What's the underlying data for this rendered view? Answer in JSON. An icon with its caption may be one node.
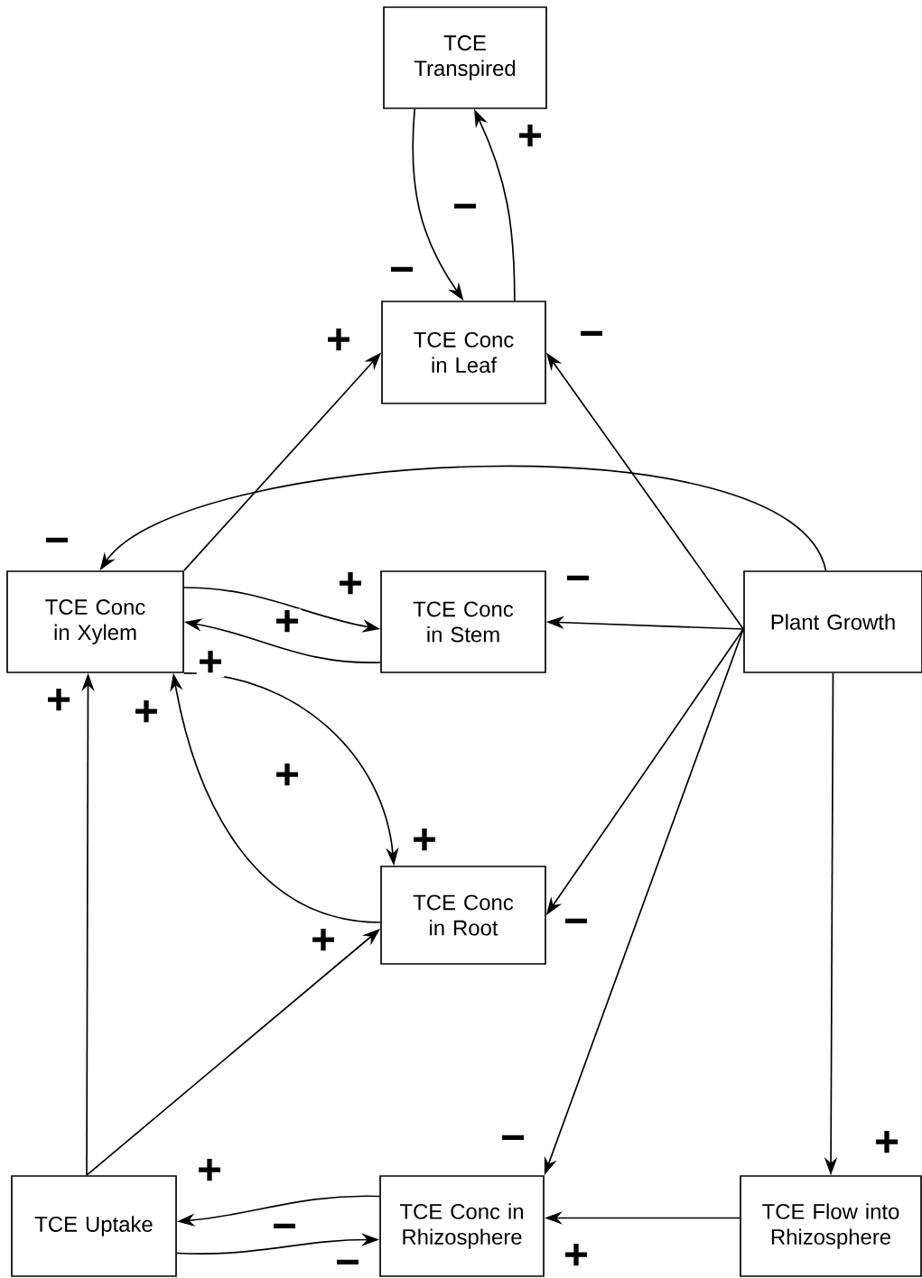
{
  "diagram": {
    "nodes": [
      {
        "text": [
          "TCE Transpired"
        ]
      },
      {
        "text": [
          "TCE Conc in Leaf"
        ]
      },
      {
        "text": [
          "TCE Conc in Xylem"
        ]
      },
      {
        "text": [
          "TCE Conc in Stem"
        ]
      },
      {
        "text": [
          "Plant Growth"
        ]
      },
      {
        "text": [
          "TCE Conc in Root"
        ]
      },
      {
        "text": [
          "TCE Uptake"
        ]
      },
      {
        "text": [
          "TCE Conc in Rhizosphere"
        ]
      },
      {
        "text": [
          "TCE Flow into Rhizosphere"
        ]
      }
    ],
    "edges": [
      {
        "from": 0,
        "to": 1,
        "arrow": "to",
        "label": "−"
      },
      {
        "from": 1,
        "to": 0,
        "arrow": "to",
        "label": "+"
      },
      {
        "from": 2,
        "to": 1,
        "arrow": "to",
        "label": "+"
      },
      {
        "from": 4,
        "to": 1,
        "arrow": "to",
        "label": "−"
      },
      {
        "from": 4,
        "to": 2,
        "arrow": "to",
        "label": "−"
      },
      {
        "from": 2,
        "to": 3,
        "arrow": "to",
        "label": "+"
      },
      {
        "from": 3,
        "to": 2,
        "arrow": "to",
        "label": "+"
      },
      {
        "from": 4,
        "to": 3,
        "arrow": "to",
        "label": "−"
      },
      {
        "from": 2,
        "to": 5,
        "arrow": "to",
        "label": "+"
      },
      {
        "from": 5,
        "to": 2,
        "arrow": "to",
        "label": "+"
      },
      {
        "from": 4,
        "to": 5,
        "arrow": "to",
        "label": "−"
      },
      {
        "from": 4,
        "to": 7,
        "arrow": "to",
        "label": "−"
      },
      {
        "from": 4,
        "to": 8,
        "arrow": "to",
        "label": "+"
      },
      {
        "from": 6,
        "to": 2,
        "arrow": "to",
        "label": "+"
      },
      {
        "from": 6,
        "to": 5,
        "arrow": "to",
        "label": "+"
      },
      {
        "from": 7,
        "to": 6,
        "arrow": "to",
        "label": "+"
      },
      {
        "from": 6,
        "to": 7,
        "arrow": "to",
        "label": "−"
      },
      {
        "from": 8,
        "to": 7,
        "arrow": "to",
        "label": "+"
      }
    ],
    "labels": [
      "−",
      "+",
      "+",
      "−"
    ]
  }
}
